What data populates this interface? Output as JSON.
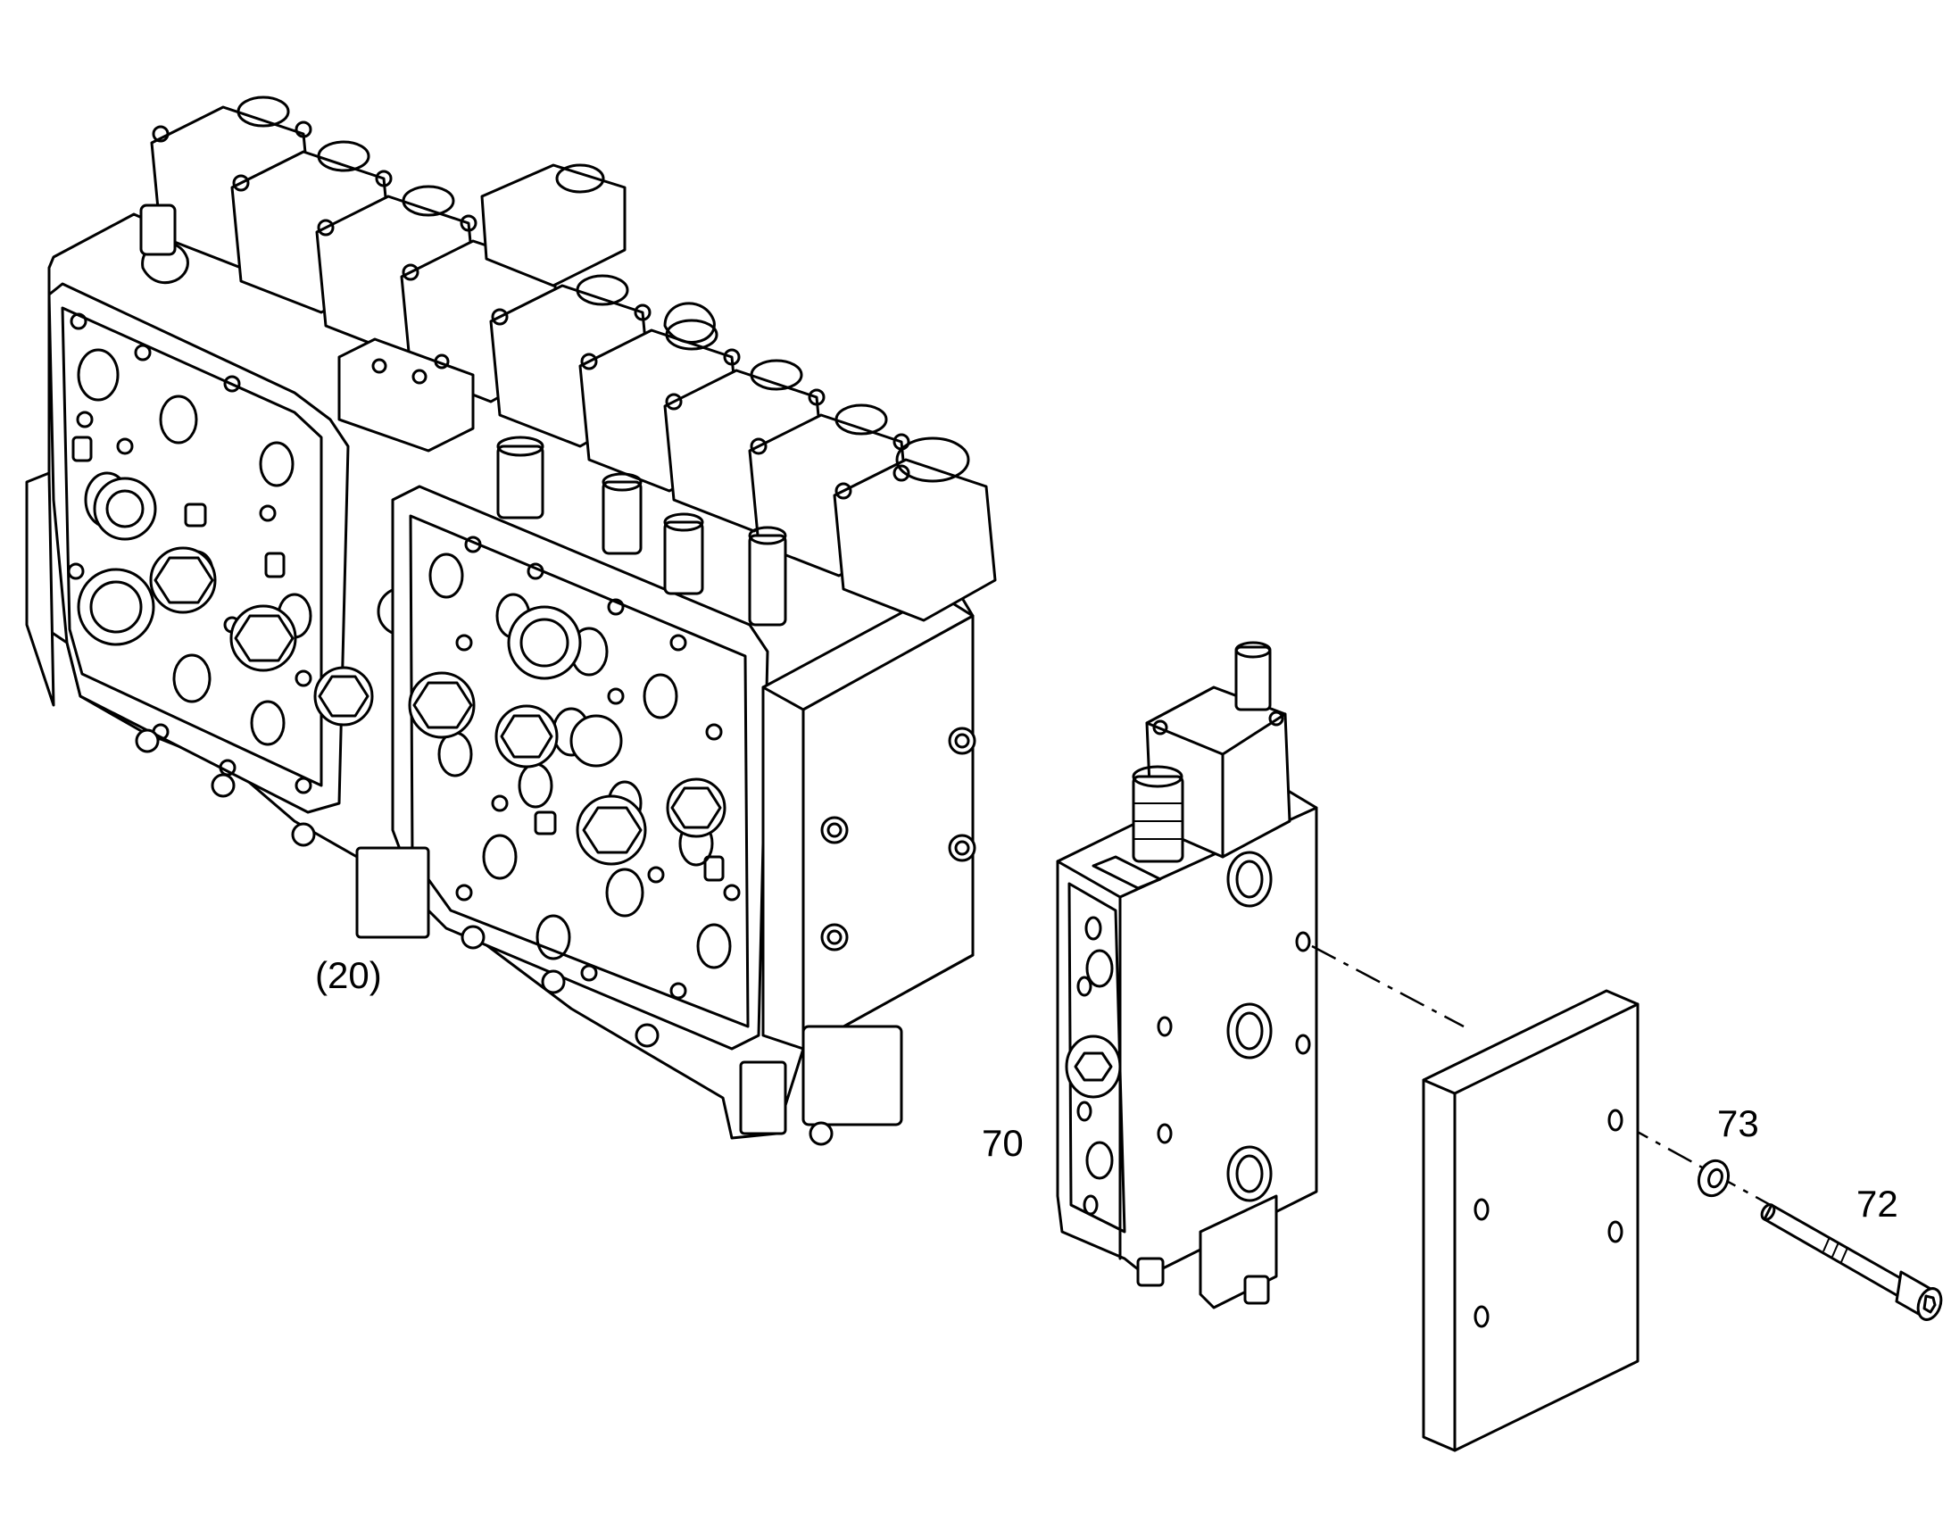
{
  "callouts": {
    "main_valve_ref": "(20)",
    "section_valve": "70",
    "washer": "73",
    "bolt": "72"
  },
  "colors": {
    "line": "#000000",
    "background": "#ffffff"
  }
}
